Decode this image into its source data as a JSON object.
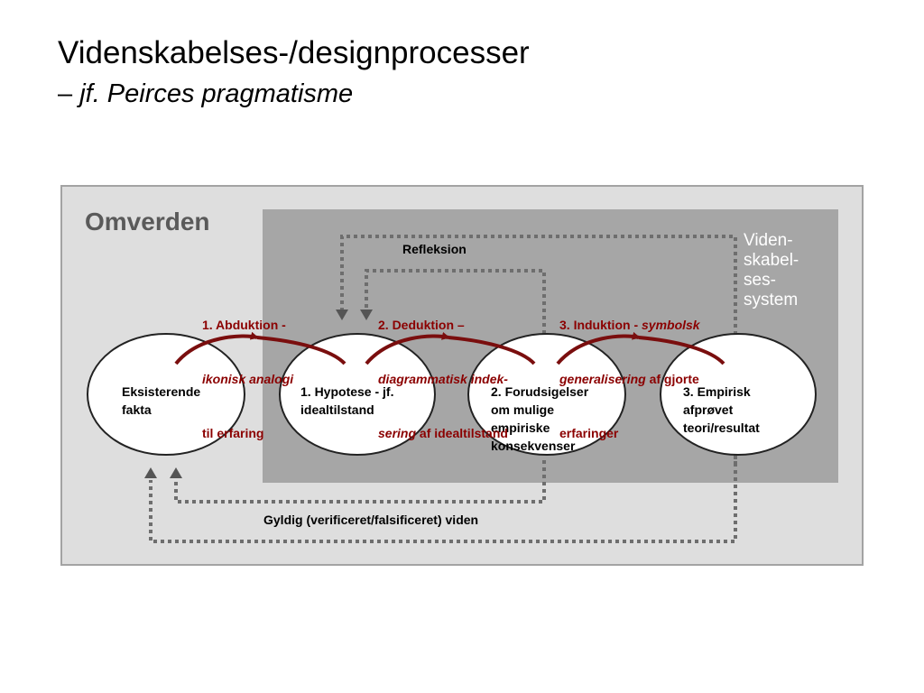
{
  "slide": {
    "title": "Videnskabelses-/designprocesser",
    "subtitle_dash": "– ",
    "subtitle_italic": "jf. Peirces pragmatisme"
  },
  "diagram": {
    "outer_label": "Omverden",
    "system_label": "Viden-\nskabel-\nses-\nsystem",
    "nodes": [
      {
        "text": "Eksisterende\nfakta"
      },
      {
        "text": "1. Hypotese - jf.\nidealtilstand"
      },
      {
        "text": "2. Forudsigelser\nom mulige\nempiriske\nkonsekvenser"
      },
      {
        "text": "3. Empirisk\nafprøvet\nteori/resultat"
      }
    ],
    "steps": {
      "abduktion": {
        "l1": "1. Abduktion -",
        "l2": "ikonisk analogi",
        "l3": "til erfaring"
      },
      "deduktion": {
        "l1": "2. Deduktion –",
        "l2": "diagrammatisk indek-",
        "l3_italic": "sering",
        "l3_rest": " af idealtilstand"
      },
      "induktion": {
        "l1_normal": "3. Induktion - ",
        "l1_italic": "symbolsk",
        "l2_italic": "generalisering",
        "l2_rest": " af gjorte",
        "l3": "erfaringer"
      }
    },
    "feedback_labels": {
      "refleksion": "Refleksion",
      "gyldig": "Gyldig (verificeret/falsificeret) viden"
    },
    "colors": {
      "arc": "#7a0e0e",
      "dotted": "#6e6e6e",
      "outer_bg": "#dedede",
      "inner_bg": "#a6a6a6",
      "step_text": "#8b0000"
    }
  }
}
